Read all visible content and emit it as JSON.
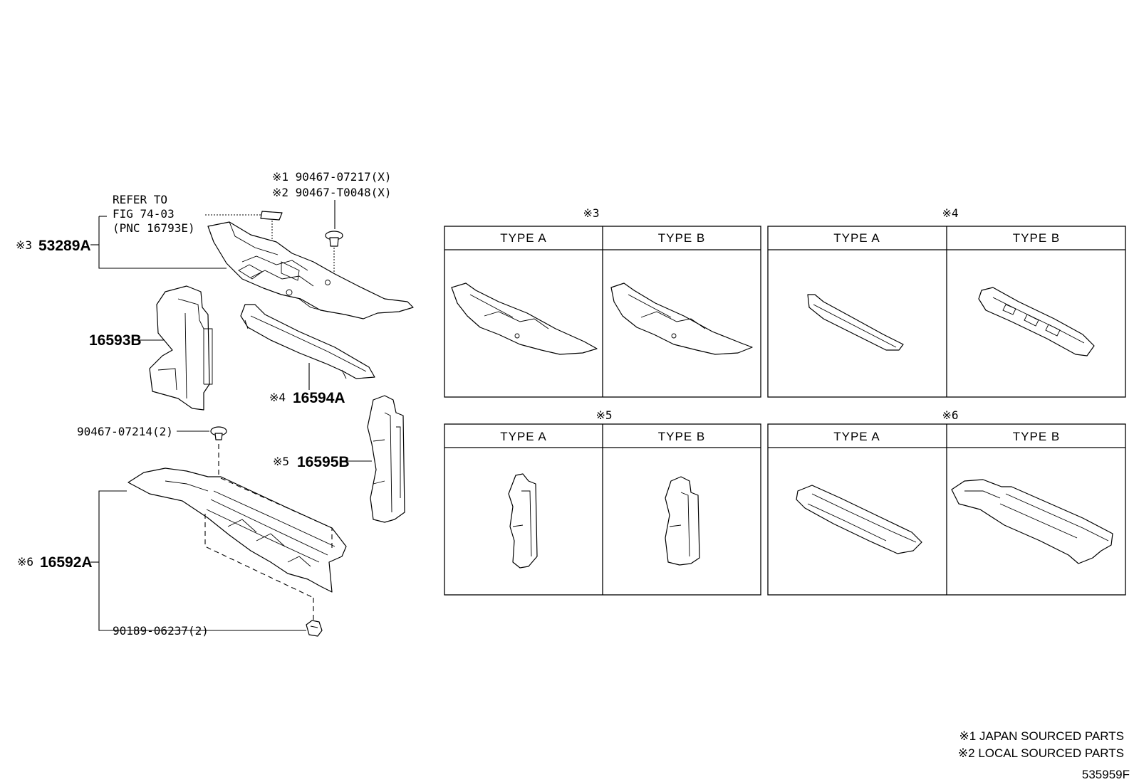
{
  "callouts": {
    "clip_1": "※1 90467-07217(X)",
    "clip_2": "※2 90467-T0048(X)",
    "refer_1": "REFER TO",
    "refer_2": "FIG 74-03",
    "refer_3": "(PNC 16793E)",
    "p53289a_mark": "※3",
    "p53289a": "53289A",
    "p16593b": "16593B",
    "p16594a_mark": "※4",
    "p16594a": "16594A",
    "p16595b_mark": "※5",
    "p16595b": "16595B",
    "p90467_07214": "90467-07214(2)",
    "p16592a_mark": "※6",
    "p16592a": "16592A",
    "p90189": "90189-06237(2)"
  },
  "tables": [
    {
      "mark": "※3",
      "cols": [
        "TYPE A",
        "TYPE B"
      ]
    },
    {
      "mark": "※4",
      "cols": [
        "TYPE A",
        "TYPE B"
      ]
    },
    {
      "mark": "※5",
      "cols": [
        "TYPE A",
        "TYPE B"
      ]
    },
    {
      "mark": "※6",
      "cols": [
        "TYPE A",
        "TYPE B"
      ]
    }
  ],
  "notes": {
    "n1": "※1 JAPAN SOURCED PARTS",
    "n2": "※2 LOCAL SOURCED PARTS"
  },
  "figure_id": "535959F"
}
